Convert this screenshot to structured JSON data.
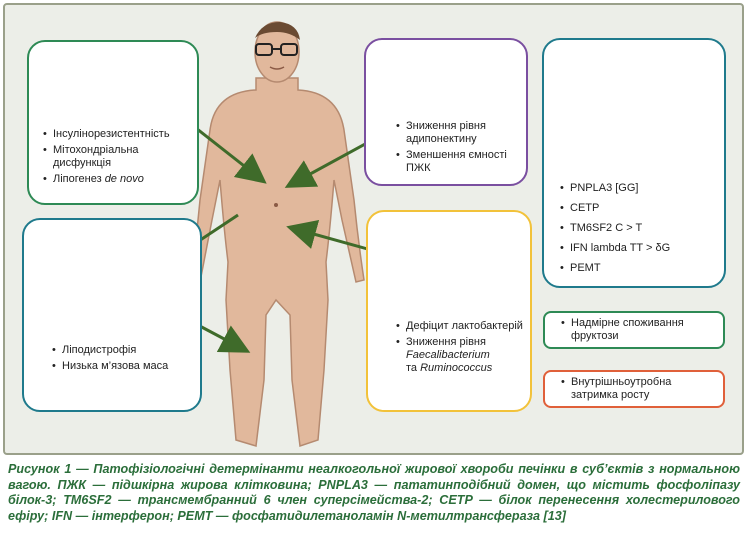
{
  "boxes": {
    "liver": {
      "items": [
        "Інсулінорезистентність",
        "Мітохондріальна дисфункція"
      ],
      "lipogenesis_text": "Ліпогенез ",
      "lipogenesis_italic": "de novo"
    },
    "fat": {
      "items": [
        "Зниження рівня адипонектину",
        "Зменшення ємності ПЖК"
      ]
    },
    "genes": {
      "items": [
        "PNPLA3 [GG]",
        "CETP",
        "TM6SF2 C > T",
        "IFN lambda TT > δG",
        "PEMT"
      ]
    },
    "vessel": {
      "items": [
        "Ліподистрофія",
        "Низька м’язова маса"
      ]
    },
    "gut": {
      "item1": "Дефіцит лактобактерій",
      "item2_prefix": "Зниження рівня",
      "item2_genus1": "Faecalibacterium",
      "item2_conj": "та ",
      "item2_genus2": "Ruminococcus"
    },
    "fructose": {
      "text": "Надмірне споживання фруктози"
    },
    "growth": {
      "text": "Внутрішньоутробна затримка росту"
    }
  },
  "caption": {
    "text": "Рисунок 1 — Патофізіологічні детермінанти неалкогольної жирової хвороби печінки в суб’єктів з нормальною вагою. ПЖК — підшкірна жирова клітковина; PNPLA3 — пататинподібний домен, що містить фосфоліпазу білок-3; TM6SF2 — трансмембранний 6 член суперсімейства-2; CETP — білок перенесення холестерилового ефіру; IFN — інтерферон; PEMT — фосфатидилетаноламін N-метилтрансфераза [13]"
  },
  "colors": {
    "green": "#2e8a55",
    "purple": "#7a4fa0",
    "teal": "#1f7a8c",
    "yellow": "#f2c23a",
    "orange": "#e0603a",
    "arrow": "#3f6b2a",
    "skin": "#e1b89c"
  }
}
